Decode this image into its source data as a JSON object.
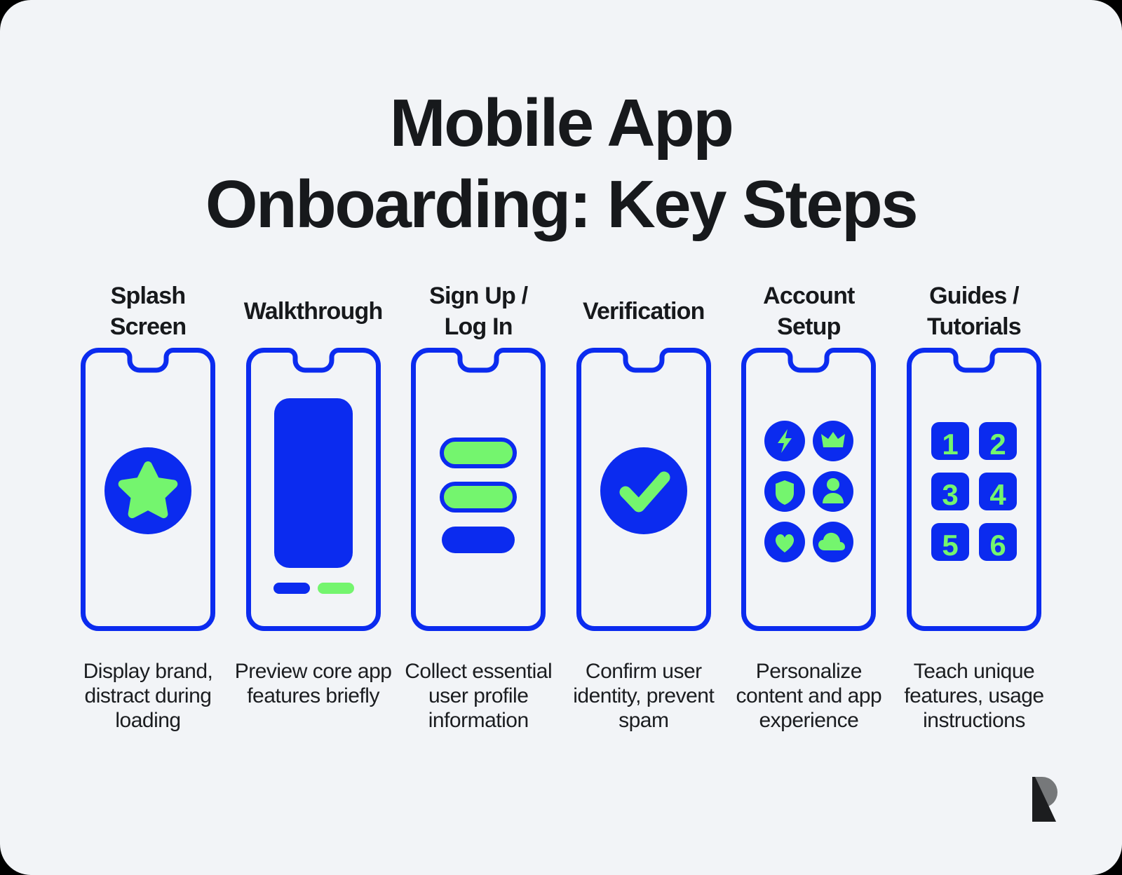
{
  "page": {
    "background_color": "#f2f4f7",
    "accent_blue": "#0b2bef",
    "accent_green": "#74f56e",
    "text_color": "#17191c"
  },
  "title": {
    "line1": "Mobile App",
    "line2": "Onboarding: Key Steps"
  },
  "steps": [
    {
      "id": "splash-screen",
      "header": "Splash\nScreen",
      "header_line1": "Splash",
      "header_line2": "Screen",
      "caption": "Display brand, distract during loading",
      "visual": "circle-with-star",
      "icons": [
        "star-icon"
      ]
    },
    {
      "id": "walkthrough",
      "header": "Walkthrough",
      "header_line1": "Walkthrough",
      "header_line2": "",
      "caption": "Preview core app features briefly",
      "visual": "large-card-with-pills",
      "icons": [
        "card-icon",
        "pill-blue-icon",
        "pill-green-icon"
      ]
    },
    {
      "id": "sign-up-log-in",
      "header": "Sign Up /\nLog In",
      "header_line1": "Sign Up /",
      "header_line2": "Log In",
      "caption": "Collect essential user profile information",
      "visual": "form-fields",
      "icons": [
        "input-field-icon",
        "input-field-icon",
        "submit-button-icon"
      ]
    },
    {
      "id": "verification",
      "header": "Verification",
      "header_line1": "Verification",
      "header_line2": "",
      "caption": "Confirm user identity, prevent spam",
      "visual": "circle-with-check",
      "icons": [
        "check-icon"
      ]
    },
    {
      "id": "account-setup",
      "header": "Account\nSetup",
      "header_line1": "Account",
      "header_line2": "Setup",
      "caption": "Personalize content and app experience",
      "visual": "icon-grid",
      "icons": [
        "bolt-icon",
        "crown-icon",
        "shield-icon",
        "person-icon",
        "heart-icon",
        "cloud-icon"
      ]
    },
    {
      "id": "guides-tutorials",
      "header": "Guides /\nTutorials",
      "header_line1": "Guides /",
      "header_line2": "Tutorials",
      "caption": "Teach unique features, usage instructions",
      "visual": "number-grid",
      "icons": [
        "number-tile-icon"
      ],
      "numbers": [
        "1",
        "2",
        "3",
        "4",
        "5",
        "6"
      ]
    }
  ],
  "logo": {
    "name": "brand-logo-r"
  }
}
